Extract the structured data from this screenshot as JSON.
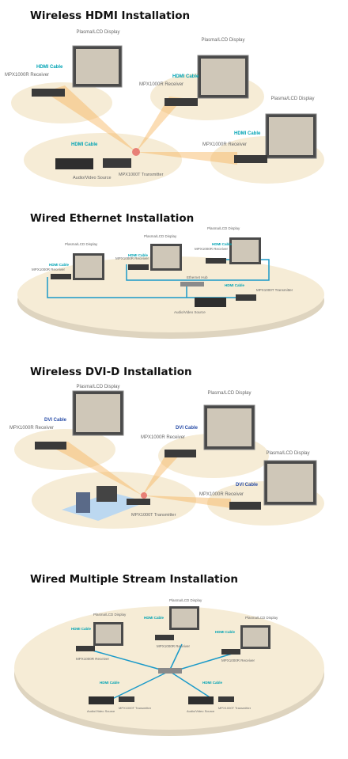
{
  "colors": {
    "hdmi_cable": "#00a3b4",
    "dvi_cable": "#2a4ea8",
    "ethernet_line": "#1a9ac9",
    "platform": "#f6ecd6",
    "beam": "#f7b45a",
    "label_gray": "#666666"
  },
  "panels": [
    {
      "title": "Wireless HDMI Installation",
      "display": "Plasma/LCD Display",
      "receiver": "MPX1000R Receiver",
      "cable": "HDMI Cable",
      "source": "Audio/Video Source",
      "transmitter": "MPX1000T Transmitter"
    },
    {
      "title": "Wired Ethernet Installation",
      "display": "Plasma/LCD Display",
      "receiver": "MPX1000R Receiver",
      "cable": "HDMI Cable",
      "hub": "Ethernet Hub",
      "source": "Audio/Video Source",
      "transmitter": "MPX1000T Transmitter"
    },
    {
      "title": "Wireless DVI-D Installation",
      "display": "Plasma/LCD Display",
      "receiver": "MPX1000R Receiver",
      "cable": "DVI Cable",
      "transmitter": "MPX1000T Transmitter"
    },
    {
      "title": "Wired Multiple Stream Installation",
      "display": "Plasma/LCD Display",
      "receiver": "MPX1000R Receiver",
      "cable": "HDMI Cable",
      "source": "Audio/Video Source",
      "transmitter": "MPX1000T Transmitter"
    }
  ]
}
